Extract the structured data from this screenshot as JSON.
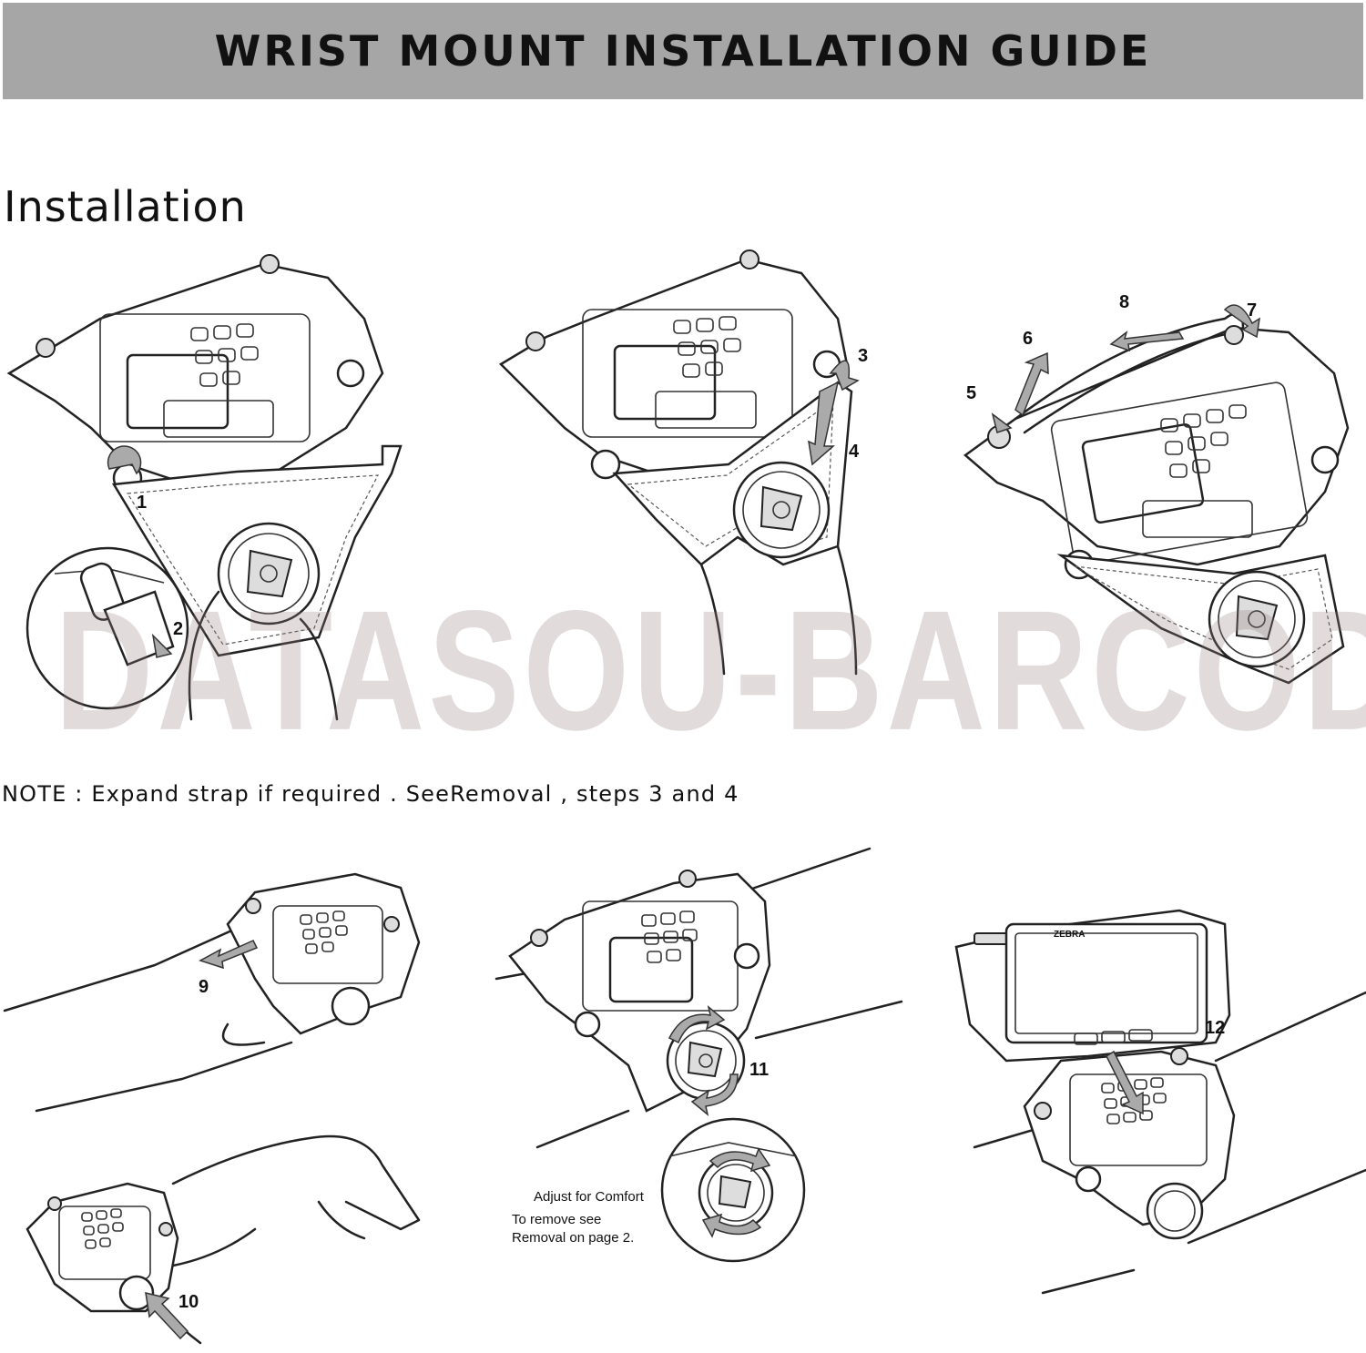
{
  "header": {
    "title": "WRIST MOUNT INSTALLATION GUIDE"
  },
  "section": {
    "heading": "Installation"
  },
  "note": {
    "text": "NOTE : Expand strap if required . SeeRemoval , steps 3 and 4"
  },
  "watermark": {
    "text": "DATASOU-BARCODES"
  },
  "steps": {
    "s1": "1",
    "s2": "2",
    "s3": "3",
    "s4": "4",
    "s5": "5",
    "s6": "6",
    "s7": "7",
    "s8": "8",
    "s9": "9",
    "s10": "10",
    "s11": "11",
    "s12": "12"
  },
  "captions": {
    "adjust": "Adjust for Comfort",
    "remove_line1": "To remove see",
    "remove_line2": "Removal on page 2."
  },
  "device": {
    "brand": "ZEBRA"
  },
  "colors": {
    "banner": "#a6a6a6",
    "watermark": "#c8b8b8",
    "arrow_fill": "#aaaaaa"
  },
  "icons": [
    "wrist-mount-illustration",
    "arrow-icon",
    "dial-icon",
    "magnifier-inset"
  ]
}
